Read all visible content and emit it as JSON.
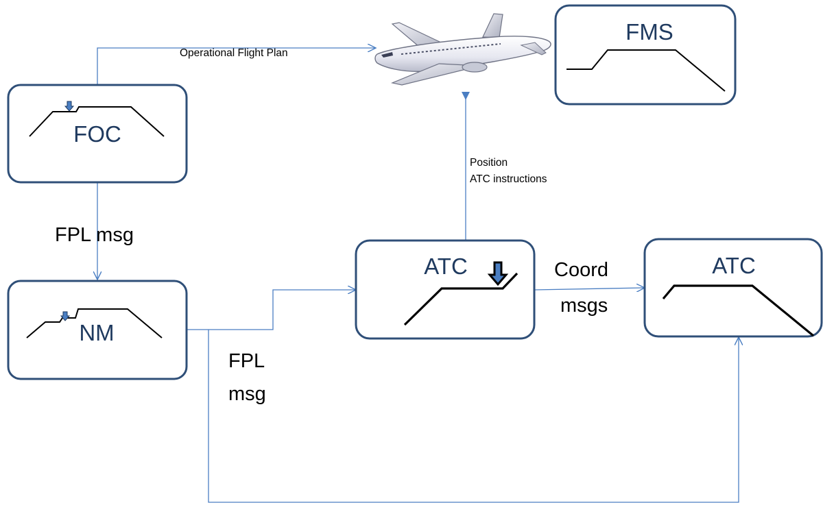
{
  "nodes": {
    "foc": {
      "label": "FOC"
    },
    "nm": {
      "label": "NM"
    },
    "atc_center": {
      "label": "ATC"
    },
    "atc_right": {
      "label": "ATC"
    },
    "fms": {
      "label": "FMS"
    }
  },
  "flows": {
    "operational_flight_plan": "Operational Flight Plan",
    "fpl_msg_top": "FPL msg",
    "fpl_msg_bottom_line1": "FPL",
    "fpl_msg_bottom_line2": "msg",
    "coord_line1": "Coord",
    "coord_line2": "msgs",
    "position": "Position",
    "atc_instructions": "ATC instructions"
  },
  "colors": {
    "box_border": "#2f4f78",
    "flow_line": "#4a7ec2",
    "node_text": "#1f3a5f"
  }
}
